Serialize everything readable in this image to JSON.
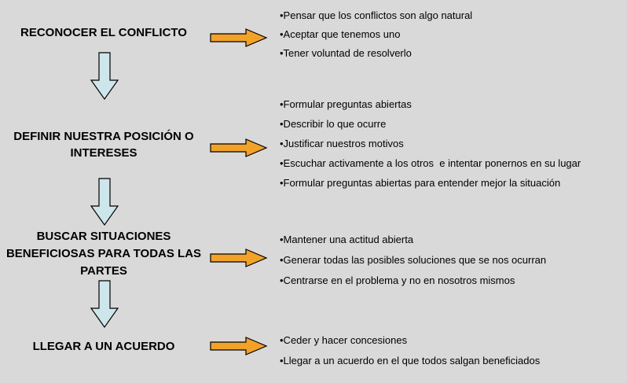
{
  "colors": {
    "background": "#d9d9d9",
    "right_arrow": "#f2a229",
    "down_arrow": "#cde6eb",
    "outline": "#000000",
    "text": "#000000"
  },
  "stages": [
    {
      "title": "RECONOCER EL CONFLICTO",
      "bullets": [
        "•Pensar que los conflictos son algo natural",
        "•Aceptar que tenemos uno",
        "•Tener voluntad de resolverlo"
      ]
    },
    {
      "title": "DEFINIR NUESTRA POSICIÓN O INTERESES",
      "bullets": [
        "•Formular preguntas abiertas",
        "•Describir lo que ocurre",
        "•Justificar nuestros motivos",
        "•Escuchar activamente a los otros  e intentar ponernos en su lugar",
        "•Formular preguntas abiertas para entender mejor la situación"
      ]
    },
    {
      "title": "BUSCAR SITUACIONES BENEFICIOSAS PARA TODAS LAS PARTES",
      "bullets": [
        "•Mantener una actitud abierta",
        "•Generar todas las posibles soluciones que se nos ocurran",
        "•Centrarse en el problema y no en nosotros mismos"
      ]
    },
    {
      "title": "LLEGAR A UN ACUERDO",
      "bullets": [
        "•Ceder y hacer concesiones",
        "•Llegar a un acuerdo en el que todos salgan beneficiados"
      ]
    }
  ]
}
